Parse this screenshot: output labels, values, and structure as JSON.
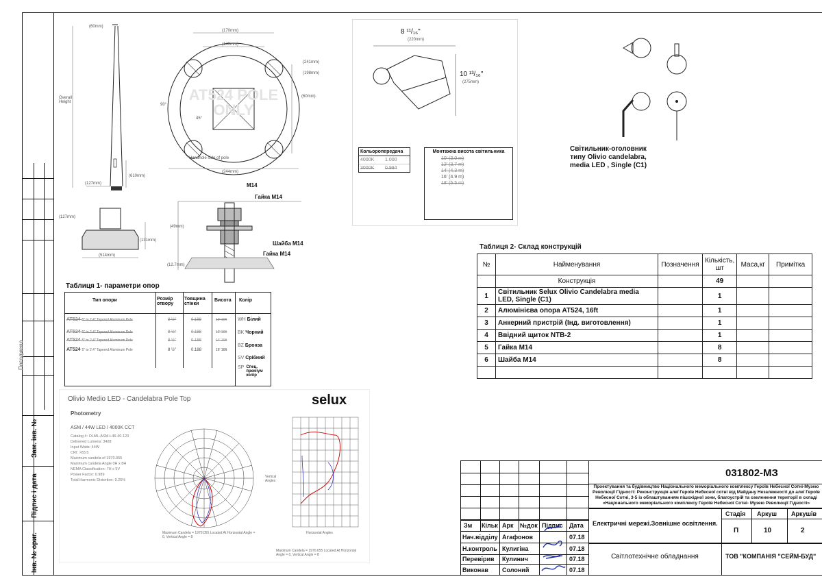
{
  "side_labels": {
    "izm": "Зам. інв. №",
    "sign": "Підпис і дата",
    "inv": "Інв. № ориг.",
    "faded": "Погоджено"
  },
  "pole_drawing": {
    "dim_top": "(60mm)",
    "overall_height": "Overall\nHeight",
    "dim_base": "(127mm)",
    "dim_hand": "(610mm)",
    "bolt_circle_170": "(170mm)",
    "bolt_circle_140": "(140mm)",
    "dim_241": "(241mm)",
    "dim_198": "(198mm)",
    "dim_60": "(60mm)",
    "watermark": "AT524 POLE\nONLY",
    "angle_90": "90°",
    "angle_45": "45°",
    "handhole": "Handhole side of pole",
    "dim_244": "(244mm)",
    "base_127": "(127mm)",
    "base_131": "(131mm)",
    "base_514": "(514mm)"
  },
  "anchor_drawing": {
    "m14": "M14",
    "nut_top": "Гайка М14",
    "washer": "Шайба М14",
    "nut_bottom": "Гайка М14",
    "dim_49": "(49mm)",
    "dim_12": "(12.7mm)"
  },
  "luminaire_drawing": {
    "width_label": "8 ¹¹/₁₆\"",
    "width_mm": "(220mm)",
    "height_label": "10 ¹³/₁₆\"",
    "height_mm": "(275mm)",
    "color_temp_header": "Кольоропередача",
    "mount_header": "Монтажна висота світильника",
    "cct_rows": [
      [
        "4000K",
        "1.000"
      ],
      [
        "3000K",
        "0.984"
      ]
    ],
    "heights": [
      [
        "10'",
        "(3.0 m)"
      ],
      [
        "12'",
        "(3.7 m)"
      ],
      [
        "14'",
        "(4.3 m)"
      ],
      [
        "16'",
        "(4.9 m)"
      ],
      [
        "18'",
        "(5.5 m)"
      ]
    ]
  },
  "luminaire_caption": "Світильник-оголовник\nтипу Olivio candelabra,\nmedia LED , Single (C1)",
  "table1": {
    "title": "Таблиця 1- параметри опор",
    "headers": [
      "Тип опори",
      "Розмір отвору",
      "Товщина стінки",
      "Висота",
      "Колір"
    ],
    "rows": [
      {
        "type": "AT524",
        "desc": "5\" to 2.4\" Tapered Aluminum Pole",
        "size": "8 ½\"",
        "wall": "0.188",
        "height": "10' 16ft",
        "strike": true
      },
      {
        "type": "AT524",
        "desc": "5\" to 2.4\" Tapered Aluminum Pole",
        "size": "8 ½\"",
        "wall": "0.188",
        "height": "12' 16ft",
        "strike": true
      },
      {
        "type": "AT524",
        "desc": "5\" to 2.4\" Tapered Aluminum Pole",
        "size": "8 ½\"",
        "wall": "0.188",
        "height": "14' 16ft",
        "strike": true
      },
      {
        "type": "AT524",
        "desc": "5\" to 2.4\" Tapered Aluminum Pole",
        "size": "8 ½\"",
        "wall": "0.188",
        "height": "16' 16ft",
        "strike": false
      }
    ],
    "colors": [
      {
        "code": "WH",
        "name": "Білий"
      },
      {
        "code": "BK",
        "name": "Чорний"
      },
      {
        "code": "BZ",
        "name": "Бронза"
      },
      {
        "code": "SV",
        "name": "Срібний"
      },
      {
        "code": "SP",
        "name": "Спец. преміум колір"
      }
    ]
  },
  "table2": {
    "title": "Таблиця 2- Склад конструкцій",
    "headers": [
      "№",
      "Найменування",
      "Позначення",
      "Кількість, шт",
      "Маса,кг",
      "Примітка"
    ],
    "section": "Конструкція",
    "section_qty": "49",
    "rows": [
      {
        "n": "1",
        "name": "Світильник Selux Olivio Candelabra media LED, Single (C1)",
        "qty": "1"
      },
      {
        "n": "2",
        "name": "Алюмінієва опора AT524, 16ft",
        "qty": "1"
      },
      {
        "n": "3",
        "name": "Анкерний пристрій (Інд. виготовлення)",
        "qty": "1"
      },
      {
        "n": "4",
        "name": "Ввідний щиток NTB-2",
        "qty": "1"
      },
      {
        "n": "5",
        "name": "Гайка М14",
        "qty": "8"
      },
      {
        "n": "6",
        "name": "Шайба М14",
        "qty": "8"
      }
    ]
  },
  "photometry": {
    "title": "Olivio Medio LED - Candelabra Pole Top",
    "brand": "selux",
    "section": "Photometry",
    "spec": "ASM / 44W LED / 4000K CCT",
    "lines": [
      "Catalog #: OLML-ASM-L46-40-120",
      "Delivered Lumens: 3428",
      "Input Watts: 44W",
      "CRI: >83.5",
      "Maximum candela of 1970.055",
      "Maximum candela Angle 0H x 8H",
      "NEMA Classification: 7H x 5V",
      "Power Factor: 0.989",
      "Total Harmonic Distortion: 9.25%"
    ],
    "polar_note": "Maximum Candela = 1970.055  Located At Horizontal Angle = 0, Vertical Angle = 8",
    "cart_note": "Maximum Candela = 1970.055  Located At Horizontal Angle = 0, Vertical Angle = 8",
    "axis_label": "Vertical Angles",
    "xaxis_label": "Horizontal Angles"
  },
  "stamp": {
    "code": "031802-МЗ",
    "project": "Проектування та будівництво Національного меморіального комплексу Героїв Небесної Сотні-Музею Революції Гідності: Реконструкція алеї Героїв Небесної сотні від Майдану Незалежності до алеї Героїв Небесної Сотні, 3-5 із облаштуванням пішохідної зони, благоустрій та озеленення території в складі «Національного меморіального комплексу Героїв Небесної Сотні- Музею Революції Гідності»",
    "headers": [
      "Зм",
      "Кільк",
      "Арк",
      "№док",
      "Підпис",
      "Дата"
    ],
    "people": [
      {
        "role": "Нач.відділу",
        "name": "Агафонов",
        "date": "07.18"
      },
      {
        "role": "Н.контроль",
        "name": "Кулигіна",
        "date": "07.18"
      },
      {
        "role": "Перевірив",
        "name": "Кулинич",
        "date": "07.18"
      },
      {
        "role": "Виконав",
        "name": "Солоний",
        "date": "07.18"
      }
    ],
    "section_title": "Електричні мережі.Зовнішне освітлення.",
    "stage_h": "Стадія",
    "sheet_h": "Аркуш",
    "sheets_h": "Аркушів",
    "stage": "П",
    "sheet": "10",
    "sheets": "2",
    "sheet_title": "Світлотехнічне обладнання",
    "company": "ТОВ \"КОМПАНІЯ \"СЕЙМ-БУД\""
  }
}
